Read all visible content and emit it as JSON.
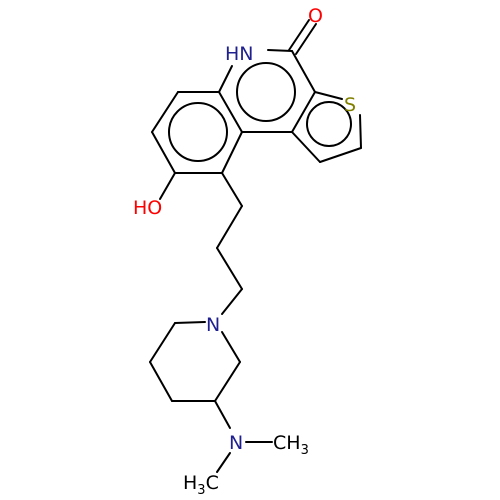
{
  "molecule": {
    "atoms": {
      "o_carbonyl": {
        "text": "O",
        "color": "#ff0000"
      },
      "nh": {
        "text": "HN",
        "color": "#1f1f8f"
      },
      "s": {
        "text": "S",
        "color": "#808000"
      },
      "oh": {
        "text": "HO",
        "color": "#ff0000"
      },
      "n_pip": {
        "text": "N",
        "color": "#1f1f8f"
      },
      "n_amine": {
        "text": "N",
        "color": "#1f1f8f"
      },
      "ch3_right": {
        "text": "CH",
        "sub": "3",
        "color": "#000000"
      },
      "ch3_left": {
        "text": "H",
        "sub": "3",
        "tail": "C",
        "color": "#000000"
      }
    }
  }
}
